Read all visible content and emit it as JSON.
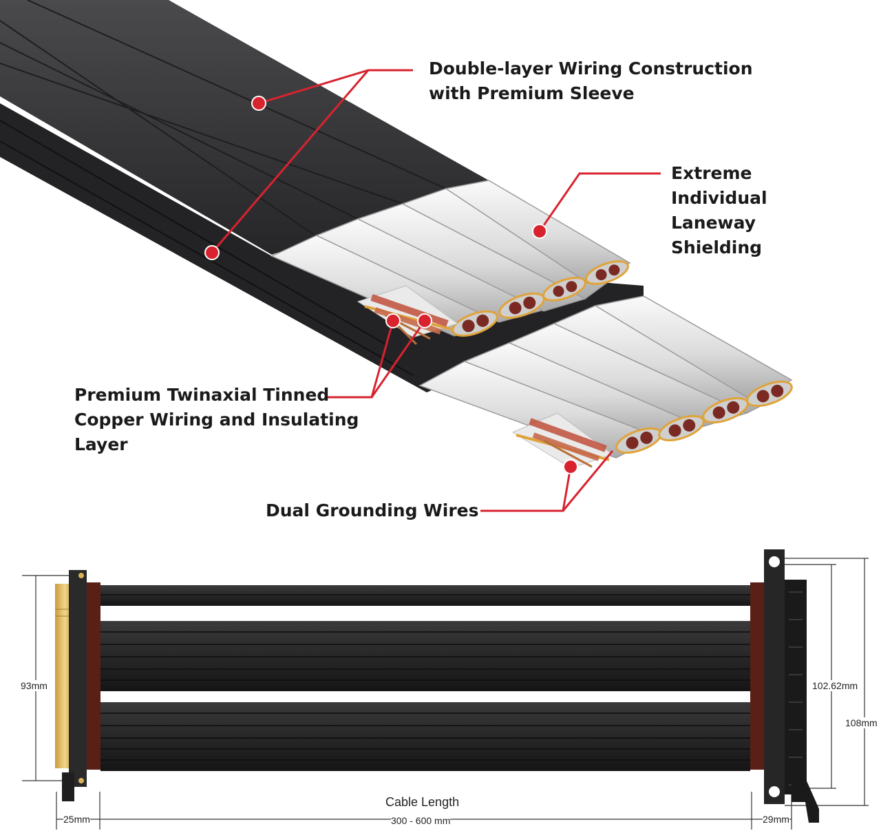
{
  "callouts": {
    "double_layer": [
      "Double-layer Wiring Construction",
      "with Premium Sleeve"
    ],
    "shielding": [
      "Extreme",
      "Individual",
      "Laneway",
      "Shielding"
    ],
    "twinaxial": [
      "Premium Twinaxial Tinned",
      "Copper Wiring and Insulating",
      "Layer"
    ],
    "grounding": [
      "Dual Grounding Wires"
    ]
  },
  "dimensions": {
    "left_height": "93mm",
    "left_width": "25mm",
    "cable_length_label": "Cable Length",
    "cable_length_range": "300 - 600 mm",
    "right_width": "29mm",
    "right_height_inner": "102.62mm",
    "right_height_outer": "108mm"
  },
  "colors": {
    "accent": "#d8232f",
    "sleeve": "#2f2f31",
    "shield": "#e6e6e6",
    "pcb": "#262626",
    "gold": "#d9b45a",
    "brown": "#5a1f17"
  }
}
